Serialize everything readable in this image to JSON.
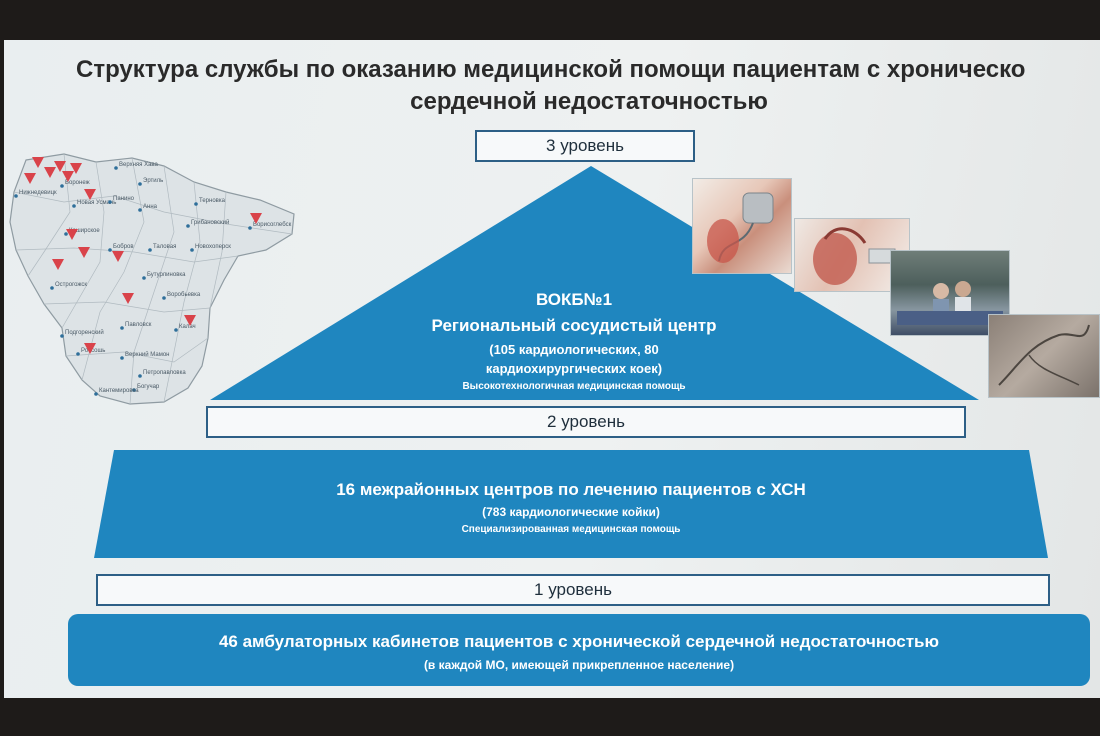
{
  "title": {
    "line1": "Структура службы по оказанию медицинской помощи пациентам с хроническо",
    "line2": "сердечной недостаточностью"
  },
  "levels": {
    "level3": "3 уровень",
    "level2": "2 уровень",
    "level1": "1 уровень"
  },
  "pyramid": {
    "name": "ВОКБ№1",
    "center": "Региональный сосудистый центр",
    "beds1": "(105 кардиологических, 80",
    "beds2": "кардиохирургических коек)",
    "care": "Высокотехнологичная медицинская помощь"
  },
  "band2": {
    "main": "16 межрайонных центров по лечению пациентов с ХСН",
    "beds": "(783 кардиологические койки)",
    "care": "Специализированная медицинская помощь"
  },
  "band1": {
    "main": "46 амбулаторных кабинетов пациентов с хронической сердечной недостаточностью",
    "note": "(в каждой МО, имеющей прикрепленное население)"
  },
  "map": {
    "cities": [
      "Верхняя Хава",
      "Эртиль",
      "Терновка",
      "Грибановский",
      "Борисоглебск",
      "Воронеж",
      "Нижнедевицк",
      "Новая Усмань",
      "Панино",
      "Анна",
      "Каширское",
      "Бобров",
      "Таловая",
      "Новохоперск",
      "Острогожск",
      "Бутурлиновка",
      "Воробьевка",
      "Подгоренский",
      "Павловск",
      "Калач",
      "Россошь",
      "Верхний Мамон",
      "Петропавловка",
      "Богучар",
      "Кантемировка"
    ]
  },
  "colors": {
    "primary": "#1f86bf",
    "border": "#2d5f86",
    "marker": "#d9434a"
  }
}
